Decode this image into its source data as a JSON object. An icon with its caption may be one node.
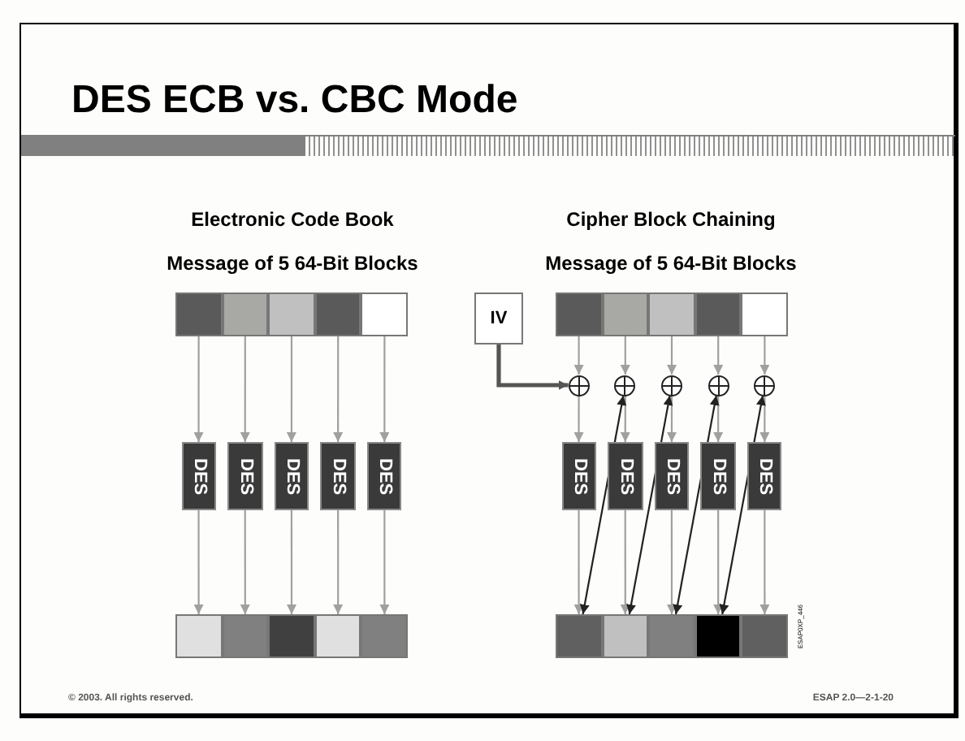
{
  "diagram": {
    "title": "DES ECB vs. CBC Mode",
    "nodes": [
      {
        "text": [],
        "shape": "box"
      },
      {
        "text": [],
        "shape": "box"
      },
      {
        "text": [],
        "shape": "box"
      },
      {
        "text": [],
        "shape": "box"
      },
      {
        "text": [],
        "shape": "box"
      },
      {
        "text": [
          "DES"
        ]
      },
      {
        "text": [
          "DES"
        ]
      },
      {
        "text": [
          "DES"
        ]
      },
      {
        "text": [
          "DES"
        ]
      },
      {
        "text": [
          "DES"
        ]
      },
      {
        "text": [],
        "shape": "box"
      },
      {
        "text": [],
        "shape": "box"
      },
      {
        "text": [],
        "shape": "box"
      },
      {
        "text": [],
        "shape": "box"
      },
      {
        "text": [],
        "shape": "box"
      },
      {
        "text": [
          "IV"
        ]
      },
      {
        "text": [],
        "shape": "box"
      },
      {
        "text": [],
        "shape": "box"
      },
      {
        "text": [],
        "shape": "box"
      },
      {
        "text": [],
        "shape": "box"
      },
      {
        "text": [],
        "shape": "box"
      },
      {
        "text": [],
        "shape": "circle"
      },
      {
        "text": [],
        "shape": "circle"
      },
      {
        "text": [],
        "shape": "circle"
      },
      {
        "text": [],
        "shape": "circle"
      },
      {
        "text": [],
        "shape": "circle"
      },
      {
        "text": [
          "DES"
        ]
      },
      {
        "text": [
          "DES"
        ]
      },
      {
        "text": [
          "DES"
        ]
      },
      {
        "text": [
          "DES"
        ]
      },
      {
        "text": [
          "DES"
        ]
      },
      {
        "text": [],
        "shape": "box"
      },
      {
        "text": [],
        "shape": "box"
      },
      {
        "text": [],
        "shape": "box"
      },
      {
        "text": [],
        "shape": "box"
      },
      {
        "text": [],
        "shape": "box"
      }
    ],
    "edges": [
      {
        "from": 0,
        "to": 5,
        "arrow": "to"
      },
      {
        "from": 1,
        "to": 6,
        "arrow": "to"
      },
      {
        "from": 2,
        "to": 7,
        "arrow": "to"
      },
      {
        "from": 3,
        "to": 8,
        "arrow": "to"
      },
      {
        "from": 4,
        "to": 9,
        "arrow": "to"
      },
      {
        "from": 5,
        "to": 10,
        "arrow": "to"
      },
      {
        "from": 6,
        "to": 11,
        "arrow": "to"
      },
      {
        "from": 7,
        "to": 12,
        "arrow": "to"
      },
      {
        "from": 8,
        "to": 13,
        "arrow": "to"
      },
      {
        "from": 9,
        "to": 14,
        "arrow": "to"
      },
      {
        "from": 15,
        "to": 21,
        "arrow": "to",
        "style": "thick",
        "color": "#555555"
      },
      {
        "from": 16,
        "to": 21,
        "arrow": "to"
      },
      {
        "from": 17,
        "to": 22,
        "arrow": "to"
      },
      {
        "from": 18,
        "to": 23,
        "arrow": "to"
      },
      {
        "from": 19,
        "to": 24,
        "arrow": "to"
      },
      {
        "from": 20,
        "to": 25,
        "arrow": "to"
      },
      {
        "from": 21,
        "to": 26,
        "arrow": "to"
      },
      {
        "from": 22,
        "to": 27,
        "arrow": "to"
      },
      {
        "from": 23,
        "to": 28,
        "arrow": "to"
      },
      {
        "from": 24,
        "to": 29,
        "arrow": "to"
      },
      {
        "from": 25,
        "to": 30,
        "arrow": "to"
      },
      {
        "from": 26,
        "to": 31,
        "arrow": "to"
      },
      {
        "from": 27,
        "to": 32,
        "arrow": "to"
      },
      {
        "from": 28,
        "to": 33,
        "arrow": "to"
      },
      {
        "from": 29,
        "to": 34,
        "arrow": "to"
      },
      {
        "from": 30,
        "to": 35,
        "arrow": "to"
      },
      {
        "from": 31,
        "to": 22,
        "arrow": "both",
        "color": "#222222"
      },
      {
        "from": 32,
        "to": 23,
        "arrow": "both",
        "color": "#222222"
      },
      {
        "from": 33,
        "to": 24,
        "arrow": "both",
        "color": "#222222"
      },
      {
        "from": 34,
        "to": 25,
        "arrow": "both",
        "color": "#222222"
      }
    ],
    "labels": [
      "Electronic Code Book",
      "Cipher Block Chaining",
      "Message of 5 64-Bit Blocks",
      "Message of 5 64-Bit Blocks",
      "ESAP0XP_446",
      "© 2003. All rights reserved.",
      "ESAP 2.0—2-1-20"
    ]
  }
}
